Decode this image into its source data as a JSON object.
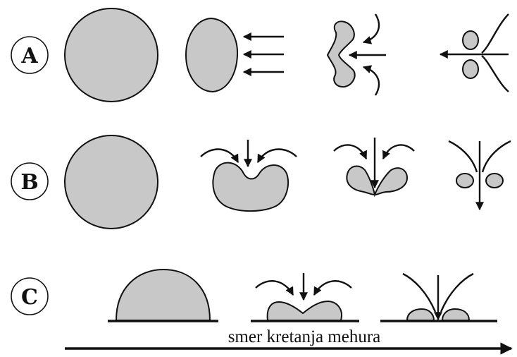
{
  "rows": [
    {
      "letter": "A"
    },
    {
      "letter": "B"
    },
    {
      "letter": "C"
    }
  ],
  "caption": "smer kretanja mehura",
  "colors": {
    "bubble_fill": "#c8c8c8",
    "stroke": "#111111",
    "background": "#ffffff"
  }
}
